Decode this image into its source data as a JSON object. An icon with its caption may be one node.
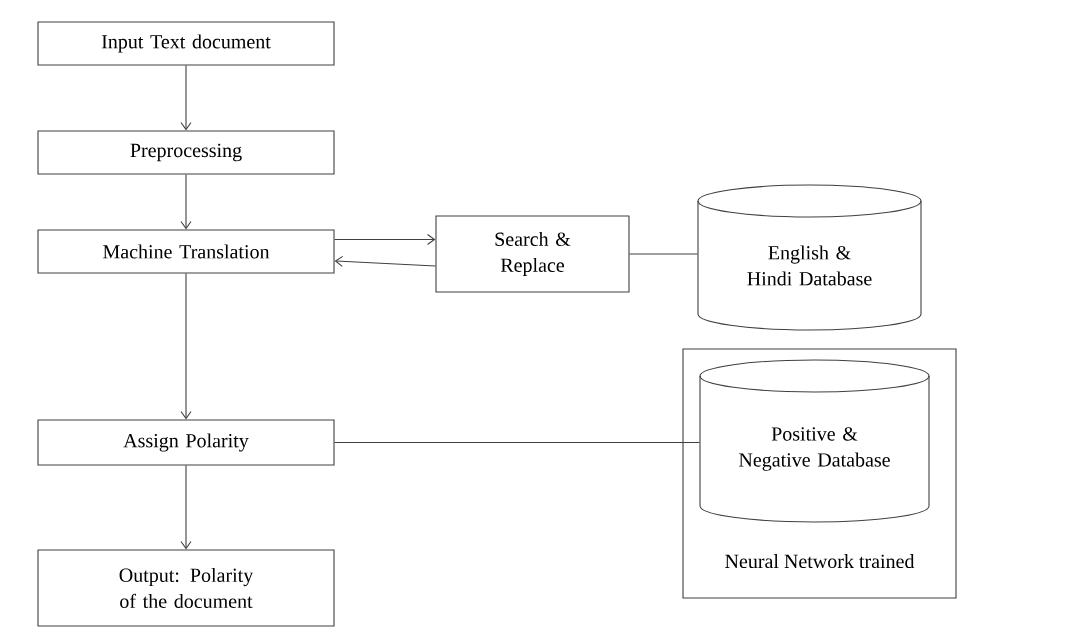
{
  "diagram": {
    "nodes": [
      {
        "text": [
          "Input Text document"
        ]
      },
      {
        "text": [
          "Preprocessing"
        ]
      },
      {
        "text": [
          "Machine Translation"
        ]
      },
      {
        "text": [
          "Assign Polarity"
        ]
      },
      {
        "text": [
          "Output: Polarity of the document"
        ]
      },
      {
        "text": [
          "Search & Replace"
        ]
      },
      {
        "text": [
          "English & Hindi Database"
        ]
      },
      {
        "text": [
          "Neural Network trained"
        ]
      },
      {
        "text": [
          "Positive & Negative Database"
        ],
        "in": 7
      }
    ],
    "edges": [
      {
        "from": 0,
        "to": 1,
        "arrow": "to"
      },
      {
        "from": 1,
        "to": 2,
        "arrow": "to"
      },
      {
        "from": 2,
        "to": 3,
        "arrow": "to"
      },
      {
        "from": 3,
        "to": 4,
        "arrow": "to"
      },
      {
        "from": 2,
        "to": 5,
        "arrow": "to"
      },
      {
        "from": 5,
        "to": 2,
        "arrow": "to"
      },
      {
        "from": 5,
        "to": 6,
        "arrow": "none"
      },
      {
        "from": 3,
        "to": 8,
        "arrow": "none"
      }
    ]
  }
}
